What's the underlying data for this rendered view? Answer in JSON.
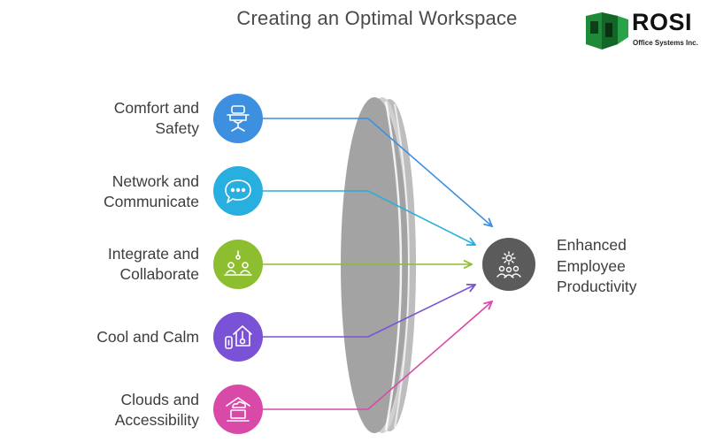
{
  "title": "Creating an Optimal Workspace",
  "logo": {
    "word": "ROSI",
    "subtitle": "Office Systems Inc.",
    "icon": "office-cubicle-icon"
  },
  "inputs": [
    {
      "line1": "Comfort and",
      "line2": "Safety",
      "icon": "office-chair-icon",
      "color": "#3d8fe0"
    },
    {
      "line1": "Network and",
      "line2": "Communicate",
      "icon": "chat-bubble-icon",
      "color": "#29aee0"
    },
    {
      "line1": "Integrate and",
      "line2": "Collaborate",
      "icon": "team-desk-icon",
      "color": "#8dbe2f"
    },
    {
      "line1": "Cool and Calm",
      "line2": "",
      "icon": "thermostat-home-icon",
      "color": "#7a52d6"
    },
    {
      "line1": "Clouds and",
      "line2": "Accessibility",
      "icon": "cloud-laptop-icon",
      "color": "#d94aa8"
    }
  ],
  "lens": {
    "color": "#a3a3a3"
  },
  "result": {
    "line1": "Enhanced",
    "line2": "Employee",
    "line3": "Productivity",
    "icon": "gear-people-icon",
    "color": "#5b5b5b"
  }
}
